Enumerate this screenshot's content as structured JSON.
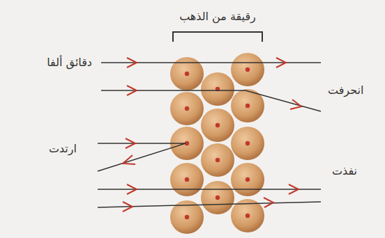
{
  "diagram": {
    "labels": [
      "رقيقة من الذهب",
      "دقائق ألفا",
      "انحرفت",
      "ارتدت",
      "نفذت"
    ]
  }
}
